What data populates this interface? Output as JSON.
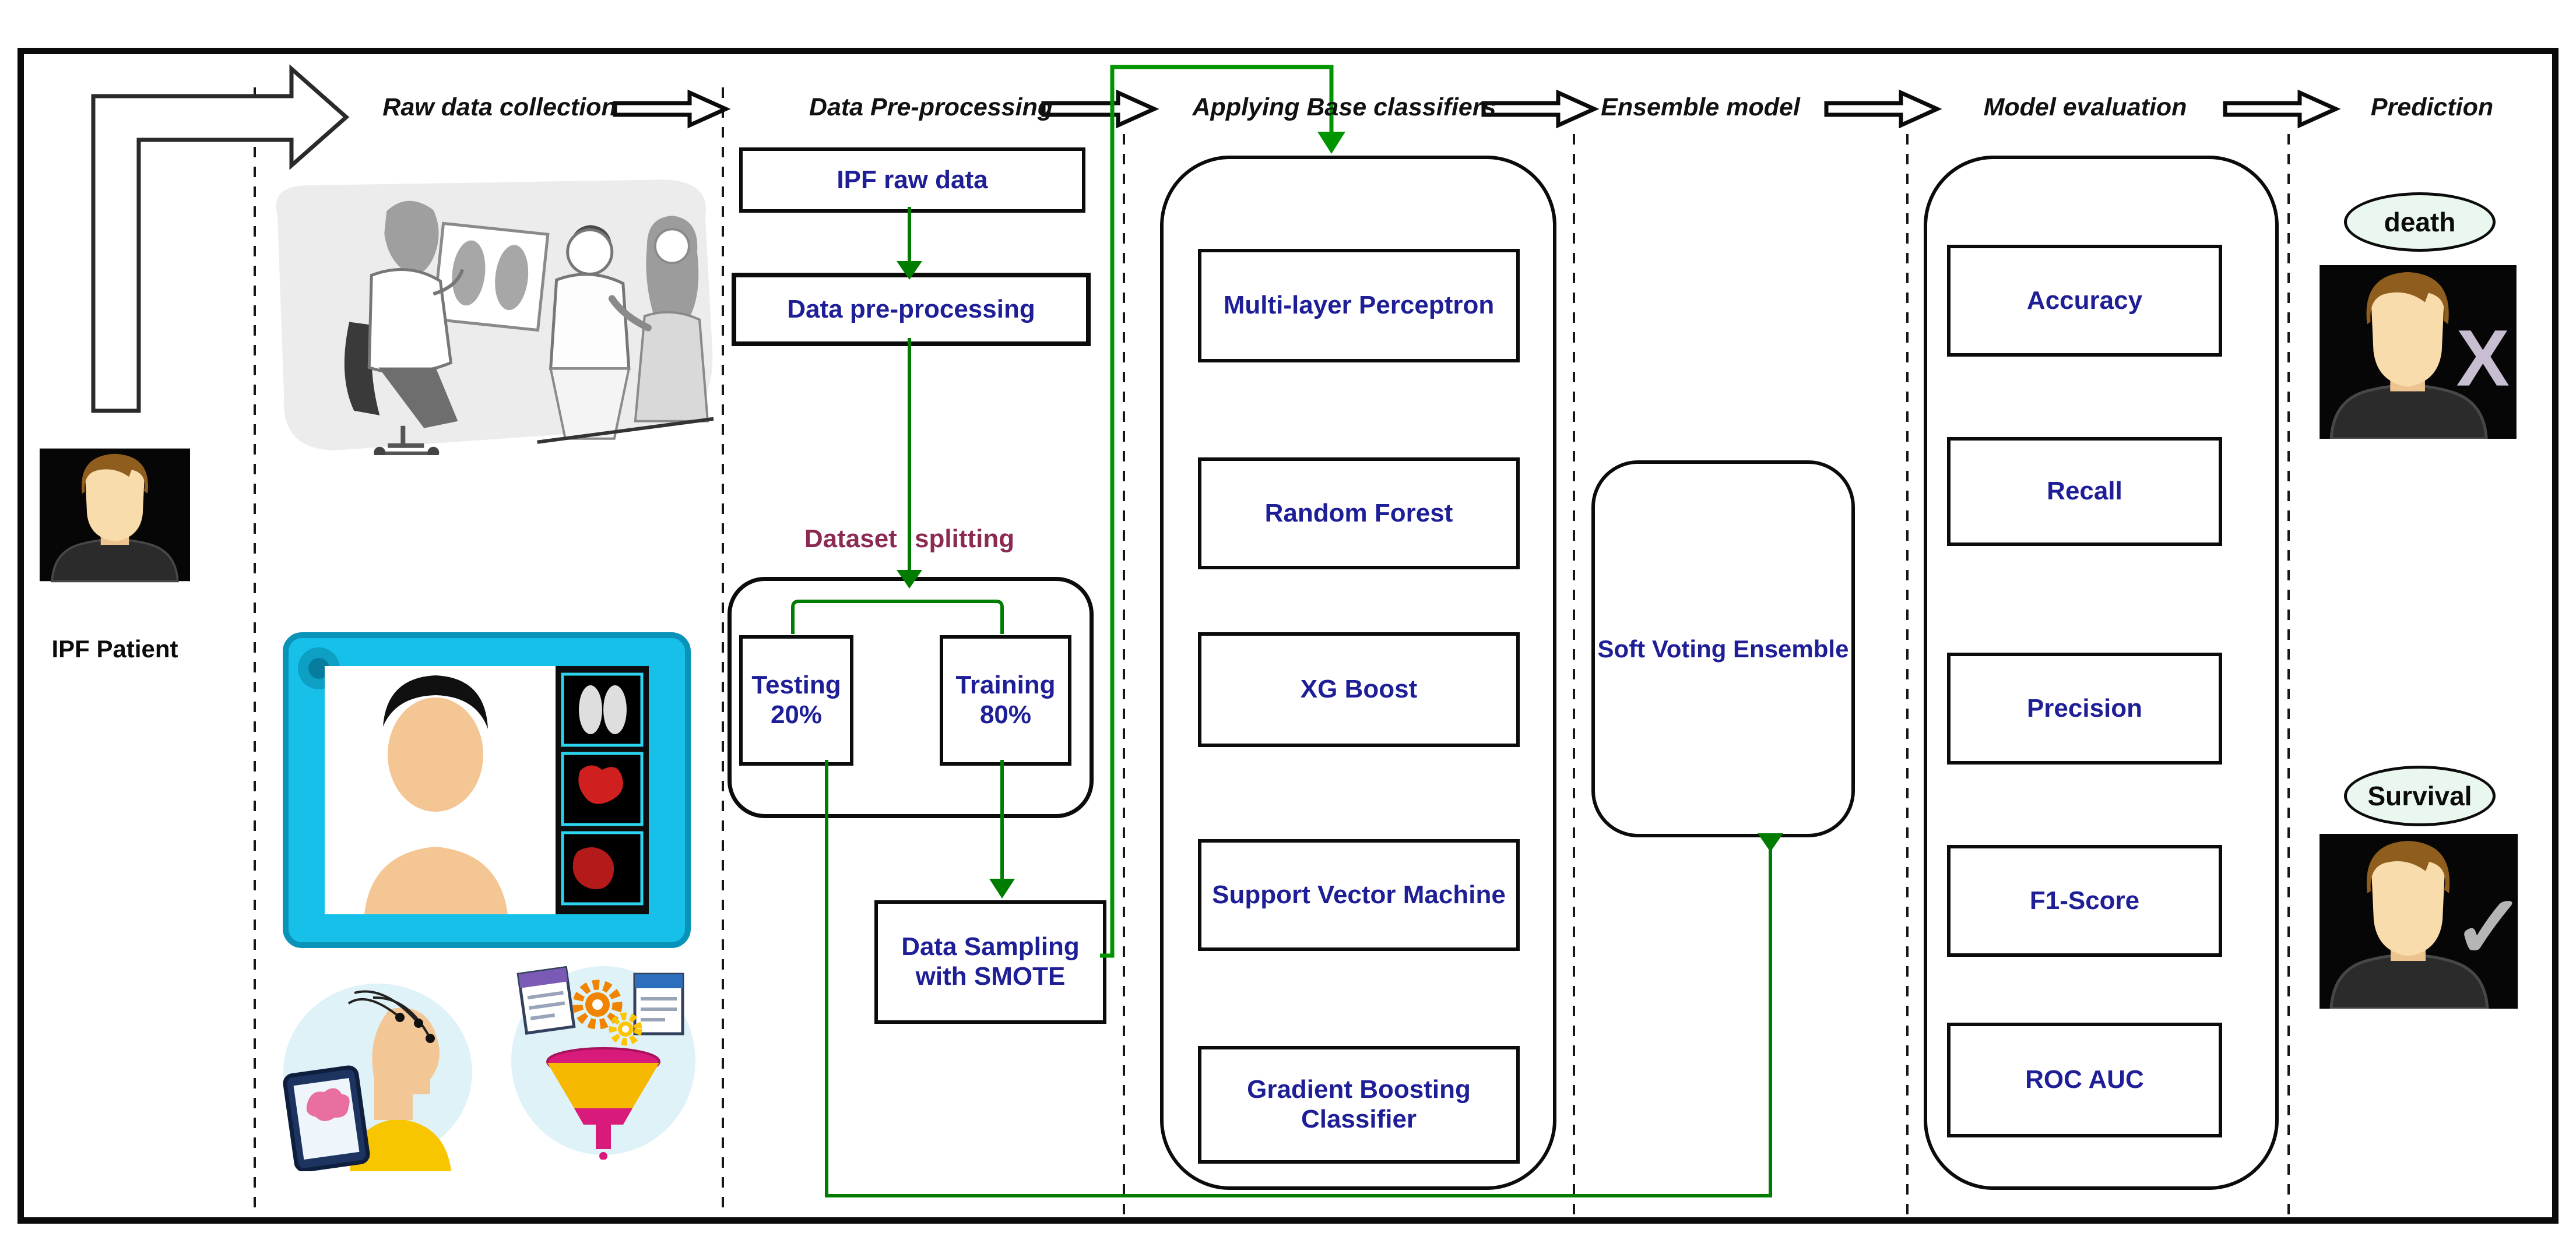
{
  "stages": [
    {
      "label": "Raw data collection"
    },
    {
      "label": "Data Pre-processing"
    },
    {
      "label": "Applying Base classifiers"
    },
    {
      "label": "Ensemble model"
    },
    {
      "label": "Model evaluation"
    },
    {
      "label": "Prediction"
    }
  ],
  "patient": {
    "caption": "IPF Patient"
  },
  "preprocessing": {
    "raw_data_box": "IPF raw data",
    "preprocess_box": "Data pre-processing",
    "dataset_splitting_label": "Dataset splitting",
    "testing_box": {
      "title": "Testing",
      "value": "20%"
    },
    "training_box": {
      "title": "Training",
      "value": "80%"
    },
    "smote_box": {
      "line1": "Data Sampling",
      "line2": "with SMOTE"
    }
  },
  "classifiers": {
    "items": [
      "Multi-layer Perceptron",
      "Random Forest",
      "XG Boost",
      "Support Vector Machine",
      "Gradient Boosting Classifier"
    ]
  },
  "ensemble": {
    "label": "Soft Voting Ensemble"
  },
  "evaluation": {
    "items": [
      "Accuracy",
      "Recall",
      "Precision",
      "F1-Score",
      "ROC AUC"
    ]
  },
  "prediction": {
    "death_label": "death",
    "death_mark": "X",
    "survival_label": "Survival",
    "survival_mark": "✓"
  },
  "colors": {
    "flow_green": "#007c00",
    "connector_green": "#009500",
    "box_text_navy": "#1e1e96",
    "splitting_maroon": "#8b2a52",
    "oval_mint": "#e9f7ee",
    "telemed_cyan": "#17c0e8"
  }
}
